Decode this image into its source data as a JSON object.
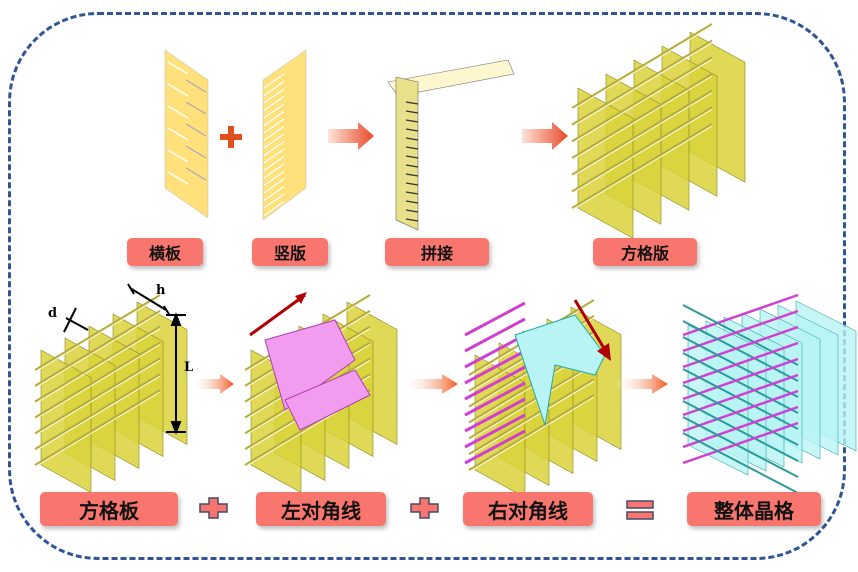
{
  "top_row": {
    "labels": [
      "横板",
      "竖版",
      "拼接",
      "方格版"
    ],
    "operators": [
      "plus",
      "arrow",
      "arrow"
    ]
  },
  "bottom_row": {
    "labels": [
      "方格板",
      "左对角线",
      "右对角线",
      "整体晶格"
    ],
    "operators": [
      "plus",
      "plus",
      "equals"
    ]
  },
  "dimensions": {
    "d": "d",
    "h": "h",
    "L": "L"
  },
  "colors": {
    "frame": "#2f5597",
    "label_bg": "#f8766d",
    "panel_yellow": "#ffe07a",
    "grid_yellow": "#d9d23a",
    "left_diagonal": "#f29cf0",
    "right_diagonal": "#b8f4f4",
    "arrow": "#f05a35",
    "direction_arrow": "#b00000"
  }
}
